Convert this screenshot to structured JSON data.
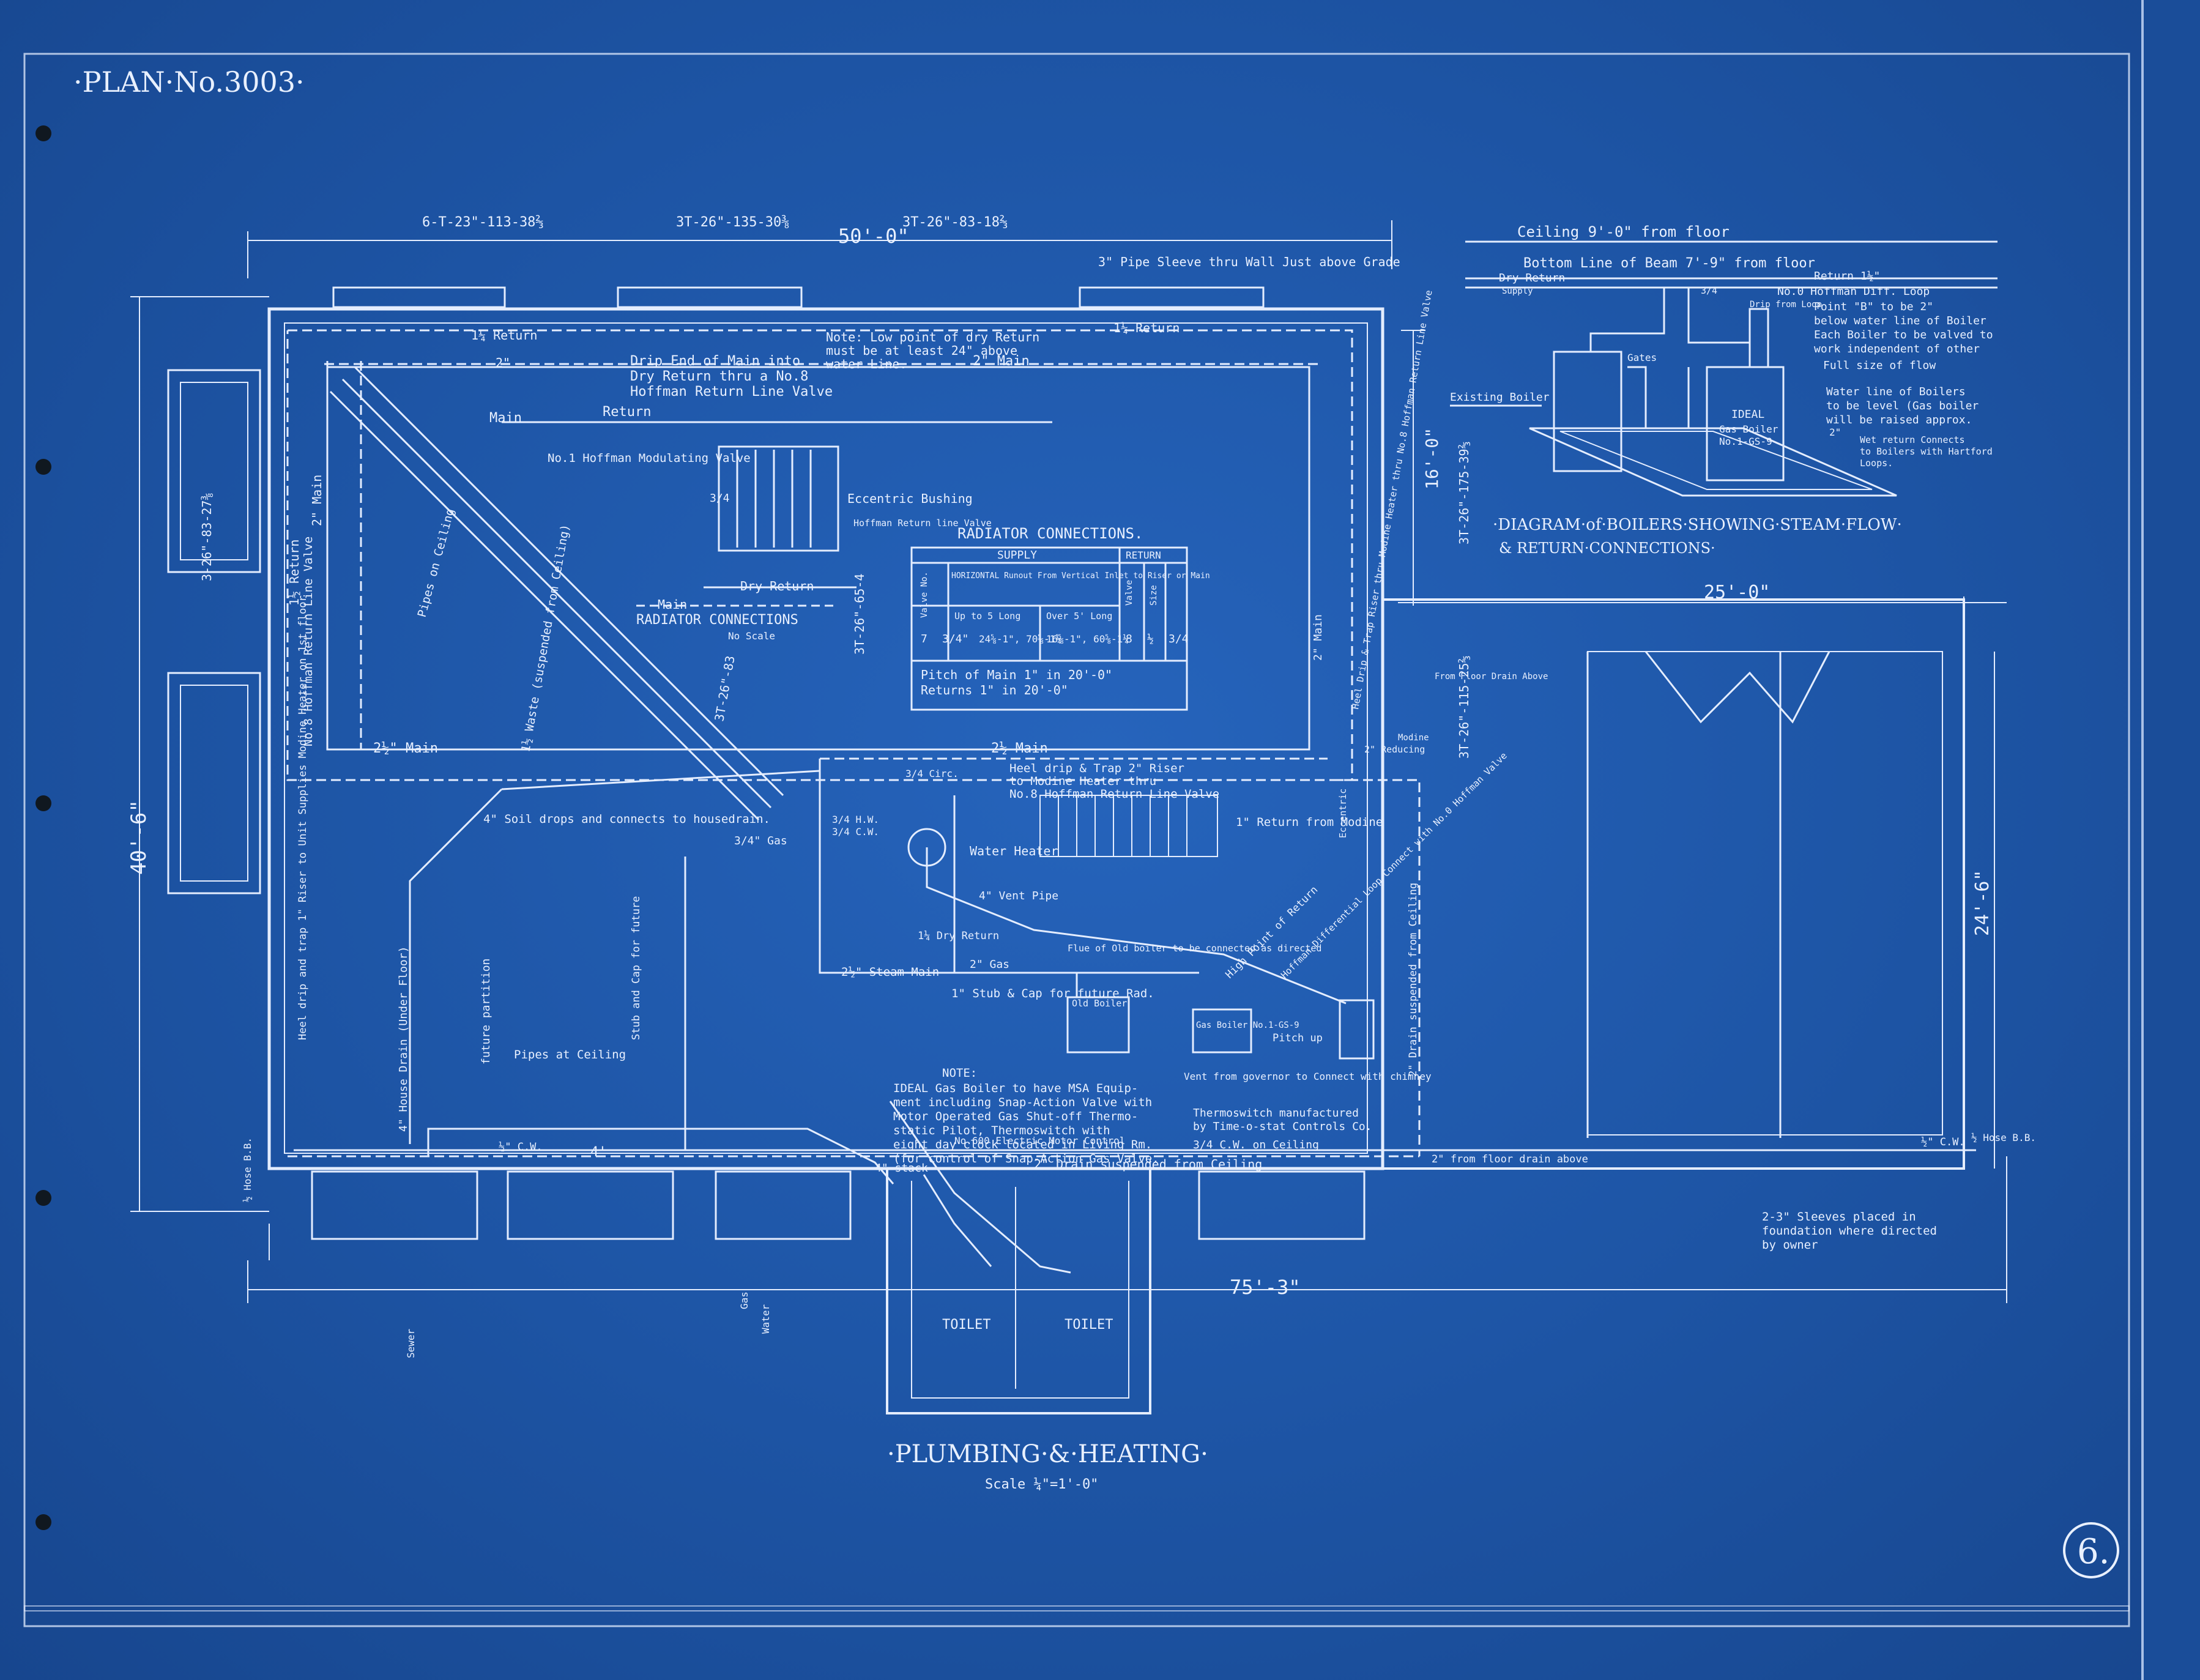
{
  "plan_no": "·PLAN·No.3003·",
  "sheet_number": "6.",
  "main_title": "·PLUMBING·&·HEATING·",
  "main_scale": "Scale ¼\"=1'-0\"",
  "dimensions": {
    "top": "50'-0\"",
    "bottom": "75'-3\"",
    "left": "40'-6\"",
    "garage_width": "25'-0\"",
    "garage_depth": "24'-6\"",
    "right_upper": "16'-0\""
  },
  "radiator_tags": {
    "r1": "6-T-23\"-113-38⅔",
    "r2": "3T-26\"-135-30⅜",
    "r3": "3T-26\"-83-18⅔",
    "r4": "3-26\"-83-27⅜",
    "r5": "3T-26\"-65-4",
    "r6": "3T-26\"-175-39⅔",
    "r7": "3T-26\"-115-25⅔",
    "r8": "3T-26\"-83"
  },
  "labels": {
    "sleeve_note": "3\" Pipe Sleeve thru Wall Just above Grade",
    "return_1": "1¼ Return",
    "return_2": "1¼ Return",
    "main_top": "2\" Main",
    "main_2": "2\"",
    "drip_note_1": "Drip End of Main into",
    "drip_note_2": "Dry Return thru a No.8",
    "drip_note_3": "Hoffman Return Line Valve",
    "low_point_1": "Note: Low point of dry Return",
    "low_point_2": "must be at least 24\" above",
    "low_point_3": "water Line.",
    "main_left": "2\" Main",
    "return_left": "1½ Return",
    "hoffman_valve": "No.8 Hoffman Return Line Valve",
    "pipes_ceiling": "Pipes on Ceiling",
    "waste": "1½ Waste (suspended from Ceiling)",
    "main_lower_left": "2½\" Main",
    "main_lower_mid": "2½ Main",
    "heel_drip_1": "Heel drip & Trap 2\" Riser",
    "heel_drip_2": "to Modine Heater thru",
    "heel_drip_3": "No.8 Hoffman Return Line Valve",
    "return_modine": "1\" Return from Modine",
    "soil_drops": "4\" Soil drops and connects to housedrain.",
    "hw": "3/4 H.W.",
    "cw": "3/4 C.W.",
    "circ": "3/4 Circ.",
    "gas_34": "3/4\" Gas",
    "water_heater": "Water Heater",
    "vent_pipe": "4\" Vent Pipe",
    "dry_return": "1¼ Dry Return",
    "steam_main": "2½\" Steam Main",
    "gas_2": "2\" Gas",
    "flue_note": "Flue of Old boiler to be connected as directed",
    "stub_cap": "1\" Stub & Cap for future Rad.",
    "old_boiler": "Old Boiler",
    "gas_boiler": "Gas Boiler No.1-GS-9",
    "pitch_up": "Pitch up",
    "high_point": "High Point of Return",
    "hoffman_diff": "Hoffman Differential Loop Connect with No.0 Hoffman Valve",
    "pipes_at_ceiling": "Pipes at Ceiling",
    "stub_future": "Stub and Cap for future",
    "future_partition": "future partition",
    "house_drain": "4\" House Drain (Under Floor)",
    "heel_drip_left": "Heel drip and trap 1\" Riser to Unit Supplies Modine Heater on 1st floor",
    "drain_suspended_r": "2\" Drain suspended from Ceiling",
    "note_title": "NOTE:",
    "note_1": "IDEAL Gas Boiler to have MSA Equip-",
    "note_2": "ment including Snap-Action Valve with",
    "note_3": "Motor Operated Gas Shut-off Thermo-",
    "note_4": "static Pilot, Thermoswitch with",
    "note_5": "eight day clock located in Living Rm.",
    "note_6": "(for control of Snap-Action Gas Valve.",
    "note_7": "No.600 Electric Motor Control",
    "vent_governor": "Vent from governor to Connect with chimney",
    "thermoswitch_1": "Thermoswitch manufactured",
    "thermoswitch_2": "by Time-o-stat Controls Co.",
    "cw_ceiling": "3/4 C.W. on Ceiling",
    "drain_suspended": "2\" Drain suspended from Ceiling",
    "floor_drain": "2\" from floor drain above",
    "stack": "4\" stack",
    "cw_bottom": "½\" C.W.",
    "hose_bib_l": "½ Hose B.B.",
    "hose_bib_r": "½ Hose B.B.",
    "sleeves_1": "2-3\" Sleeves placed in",
    "sleeves_2": "foundation where directed",
    "sleeves_3": "by owner",
    "toilet_1": "TOILET",
    "toilet_2": "TOILET",
    "gas_meter": "Gas",
    "water_meter": "Water",
    "sewer": "Sewer",
    "floor_drain_r": "From Floor Drain Above",
    "drain_4": "4'",
    "cw_left": "½\" C.W.",
    "main_right": "2\" Main",
    "heel_drip_right": "Heel Drip & Trap Riser thru Modine Heater thru No.8 Hoffman Return Line Valve",
    "modine": "Modine",
    "reducing": "2\" Reducing",
    "eccentric": "Eccentric"
  },
  "radiator_detail": {
    "title": "RADIATOR CONNECTIONS",
    "subtitle": "No Scale",
    "hoffman_mod": "No.1 Hoffman Modulating Valve",
    "eccentric_bushing": "Eccentric Bushing",
    "return_valve": "Hoffman Return line Valve",
    "main": "Main",
    "return": "Return",
    "dry_return": "Dry Return",
    "main_lower": "Main",
    "fraction": "3/4"
  },
  "schedule": {
    "title": "RADIATOR CONNECTIONS.",
    "supply": "SUPPLY",
    "return": "RETURN",
    "col_valve": "Valve No.",
    "col_runout": "HORIZONTAL Runout From Vertical Inlet to Riser or Main",
    "col_short": "Up to 5 Long",
    "col_long": "Over 5' Long",
    "col_ret_valve": "Valve",
    "col_ret_size": "Size",
    "row_no": "7",
    "row_valve": "3/4\"",
    "row_short": "24⅝-1\", 70⅝-1¼",
    "row_long": "16⅝-1\", 60⅝-1¼",
    "row_ret_no": "8",
    "row_ret_valve": "½",
    "row_ret_size": "3/4",
    "pitch_1": "Pitch of Main 1\" in 20'-0\"",
    "pitch_2": "Returns 1\" in 20'-0\""
  },
  "boiler_diagram": {
    "ceiling": "Ceiling 9'-0\" from floor",
    "beam": "Bottom Line of Beam 7'-9\" from floor",
    "dry_return": "Dry Return",
    "supply": "Supply",
    "return": "Return 1½\"",
    "hoffman_loop": "No.0 Hoffman Diff. Loop",
    "point_b": "Point \"B\" to be 2\"",
    "below_water": "below water line of Boiler",
    "valved_1": "Each Boiler to be valved to",
    "valved_2": "work independent of other",
    "full_flow": "Full size of flow",
    "water_line_1": "Water line of Boilers",
    "water_line_2": "to be level (Gas boiler",
    "water_line_3": "will be raised approx.",
    "water_line_4": "2\"",
    "wet_return_1": "Wet return Connects",
    "wet_return_2": "to Boilers with Hartford",
    "wet_return_3": "Loops.",
    "existing": "Existing Boiler",
    "ideal": "IDEAL",
    "gas_boiler": "Gas Boiler",
    "boiler_no": "No.1-GS-9",
    "gates": "Gates",
    "drip_loop": "Drip from Loop",
    "frac": "3/4",
    "title_1": "·DIAGRAM·of·BOILERS·SHOWING·STEAM·FLOW·",
    "title_2": "& RETURN·CONNECTIONS·"
  }
}
